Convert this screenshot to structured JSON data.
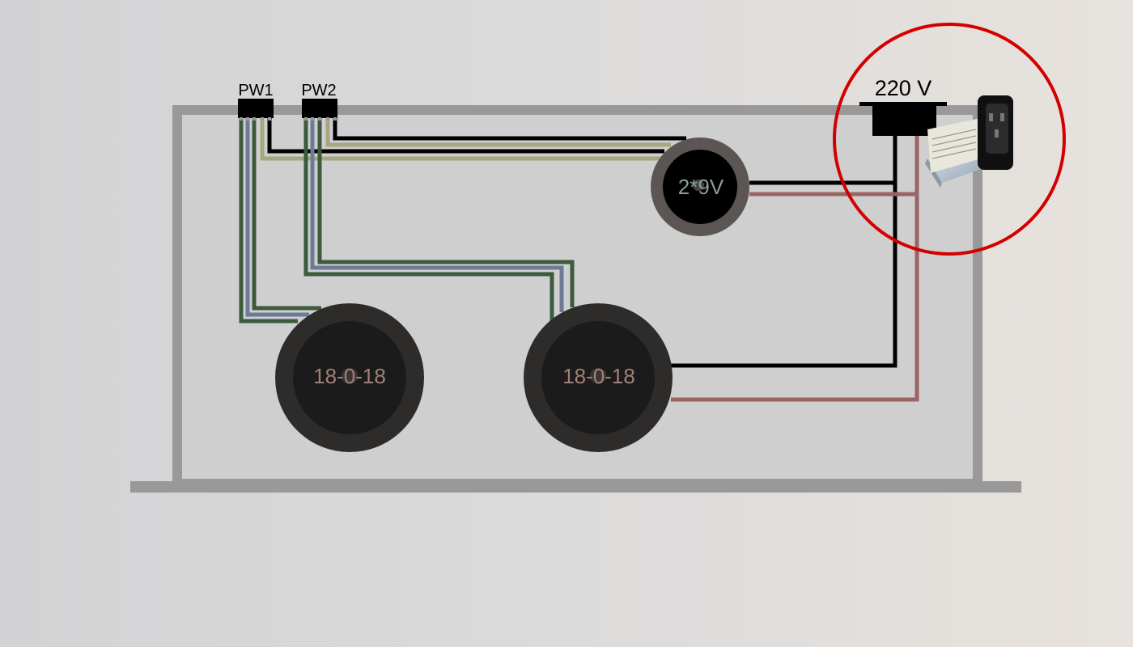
{
  "connectors": [
    {
      "id": "pw1",
      "label": "PW1"
    },
    {
      "id": "pw2",
      "label": "PW2"
    }
  ],
  "mains": {
    "label": "220 V",
    "highlight_color": "#d40000"
  },
  "transformers": [
    {
      "id": "small",
      "label": "2*9V"
    },
    {
      "id": "left",
      "label": "18-0-18"
    },
    {
      "id": "right",
      "label": "18-0-18"
    }
  ],
  "wire_colors": {
    "black": "#000000",
    "red": "#9a6464",
    "green": "#3c5a3c",
    "blue": "#6e7a96",
    "khaki": "#a6a680"
  }
}
